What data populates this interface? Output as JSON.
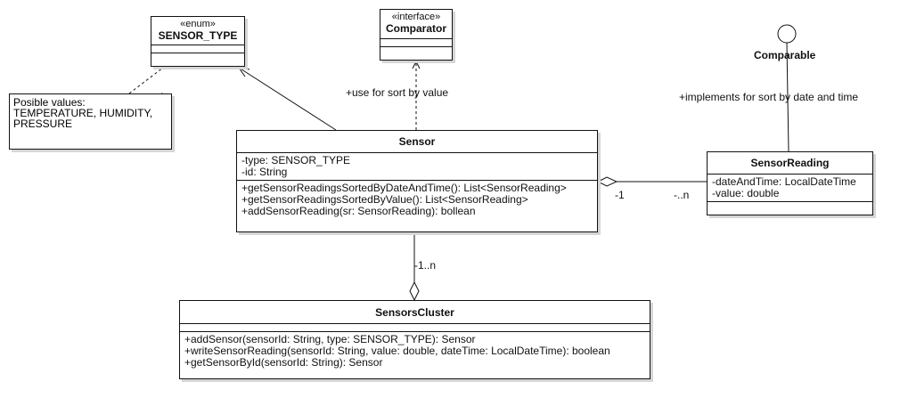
{
  "colors": {
    "line": "#111111",
    "shadow": "#d6d6d6",
    "background": "#ffffff"
  },
  "sensor_type": {
    "stereotype": "«enum»",
    "name": "SENSOR_TYPE"
  },
  "comparator": {
    "stereotype": "«interface»",
    "name": "Comparator"
  },
  "comparable": {
    "name": "Comparable"
  },
  "note": {
    "line1": "Posible values:",
    "line2": "TEMPERATURE, HUMIDITY,",
    "line3": "PRESSURE"
  },
  "sensor": {
    "name": "Sensor",
    "attributes": [
      "-type: SENSOR_TYPE",
      "-id: String"
    ],
    "operations": [
      "+getSensorReadingsSortedByDateAndTime(): List<SensorReading>",
      "+getSensorReadingsSortedByValue(): List<SensorReading>",
      "+addSensorReading(sr: SensorReading): bollean"
    ]
  },
  "sensor_reading": {
    "name": "SensorReading",
    "attributes": [
      "-dateAndTime: LocalDateTime",
      "-value: double"
    ]
  },
  "sensors_cluster": {
    "name": "SensorsCluster",
    "operations": [
      "+addSensor(sensorId: String, type: SENSOR_TYPE): Sensor",
      "+writeSensorReading(sensorId: String, value: double, dateTime: LocalDateTime): boolean",
      "+getSensorById(sensorId: String): Sensor"
    ]
  },
  "labels": {
    "use_sort": "+use for sort by value",
    "implements_sort": "+implements for sort by date and time",
    "mult_sensor_side": "-1",
    "mult_reading_side": "-..n",
    "mult_cluster": "-1..n"
  }
}
